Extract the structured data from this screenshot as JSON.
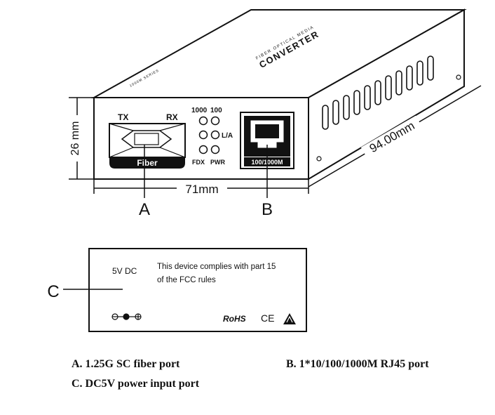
{
  "device": {
    "top_brand_line1": "FIBER OPTICAL MEDIA",
    "top_brand_line2": "CONVERTER",
    "top_series": "1000M SERIES",
    "fiber_tx": "TX",
    "fiber_rx": "RX",
    "fiber_label": "Fiber",
    "led_label_1000": "1000",
    "led_label_100": "100",
    "led_label_la": "L/A",
    "led_label_fdx": "FDX",
    "led_label_pwr": "PWR",
    "rj45_label": "100/1000M"
  },
  "dimensions": {
    "height": "26 mm",
    "width": "71mm",
    "depth": "94.00mm"
  },
  "callouts": {
    "a": "A",
    "b": "B",
    "c": "C"
  },
  "rear_panel": {
    "power_label": "5V DC",
    "fcc_line1": "This device complies with part 15",
    "fcc_line2": "of the FCC rules",
    "rohs": "RoHS",
    "ce": "CE"
  },
  "legend": {
    "a": "A. 1.25G SC fiber port",
    "b": "B. 1*10/100/1000M RJ45 port",
    "c": "C. DC5V power input port"
  }
}
